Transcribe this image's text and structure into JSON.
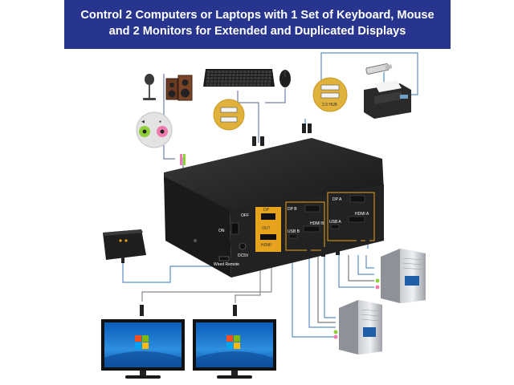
{
  "banner": {
    "line1": "Control 2 Computers or Laptops with 1 Set of Keyboard, Mouse",
    "line2": "and 2 Monitors for Extended and Duplicated Displays"
  },
  "switch_labels": {
    "power_on": "ON",
    "power_off": "OFF",
    "dc": "DC5V",
    "wired_remote": "Wired Remote",
    "dp_out": "DP",
    "hdmi_out": "HDMI",
    "out": "OUT",
    "dp_b": "DP B",
    "hdmi_b": "HDMI B",
    "usb_b": "USB B",
    "dp_a": "DP A",
    "hdmi_a": "HDMI A",
    "usb_a": "USB A"
  },
  "hub_label": "2.0 HUB",
  "colors": {
    "banner_bg": "#28358f",
    "accent_gold": "#e8a31d",
    "switch_body": "#1e1e1e",
    "cable_blue": "#5a8fc9",
    "mic_port": "#f07ab0",
    "audio_port": "#8fcf3a"
  },
  "icons": [
    "microphone-icon",
    "speaker-icon",
    "keyboard-icon",
    "mouse-icon",
    "usb-flash-drive-icon",
    "printer-icon",
    "remote-switch-icon",
    "monitor-icon",
    "pc-tower-icon",
    "windows-logo-icon"
  ]
}
